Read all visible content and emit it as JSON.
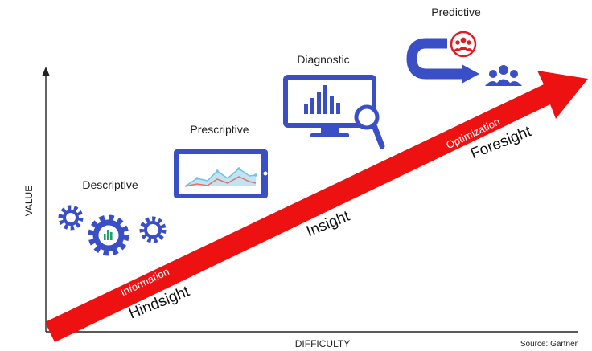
{
  "axes": {
    "x_label": "DIFFICULTY",
    "y_label": "VALUE"
  },
  "stages": {
    "descriptive": "Descriptive",
    "prescriptive": "Prescriptive",
    "diagnostic": "Diagnostic",
    "predictive": "Predictive"
  },
  "phases": {
    "hindsight": "Hindsight",
    "insight": "Insight",
    "foresight": "Foresight"
  },
  "arrow_labels": {
    "information": "Information",
    "optimization": "Optimization"
  },
  "source": "Source: Gartner",
  "colors": {
    "arrow": "#ee1111",
    "icon": "#3a4fc6",
    "accent_green": "#1f9e6e",
    "accent_red": "#e21b22",
    "chart_line": "#f26b6b",
    "chart_area": "#bfe4f2"
  },
  "icons": [
    "gears-icon",
    "tablet-chart-icon",
    "monitor-magnifier-icon",
    "u-turn-arrow-icon",
    "group-icon"
  ]
}
